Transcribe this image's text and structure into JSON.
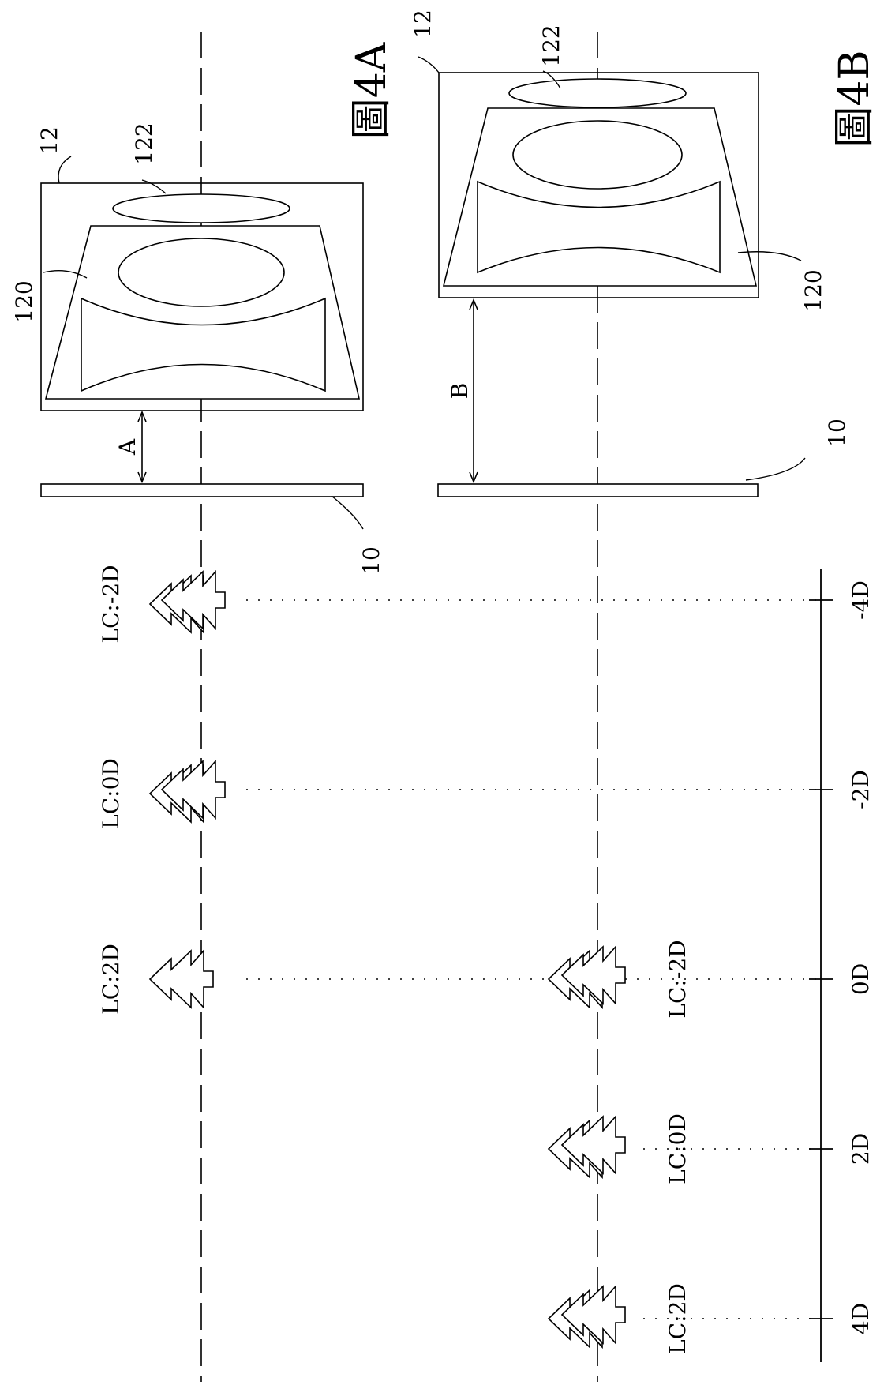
{
  "figures": [
    {
      "title": "圖4A",
      "gap_label": "A",
      "labels": {
        "housing": "12",
        "lens_group": "120",
        "liquid_crystal_lens": "122",
        "sensor": "10"
      },
      "images": [
        {
          "lc": "LC:-2D",
          "position": "-4D"
        },
        {
          "lc": "LC:0D",
          "position": "-2D"
        },
        {
          "lc": "LC:2D",
          "position": "0D"
        }
      ]
    },
    {
      "title": "圖4B",
      "gap_label": "B",
      "labels": {
        "housing": "12",
        "lens_group": "120",
        "liquid_crystal_lens": "122",
        "sensor": "10"
      },
      "images": [
        {
          "lc": "LC:-2D",
          "position": "0D"
        },
        {
          "lc": "LC:0D",
          "position": "2D"
        },
        {
          "lc": "LC:2D",
          "position": "4D"
        }
      ]
    }
  ],
  "scale": {
    "ticks": [
      "-4D",
      "-2D",
      "0D",
      "2D",
      "4D"
    ]
  }
}
